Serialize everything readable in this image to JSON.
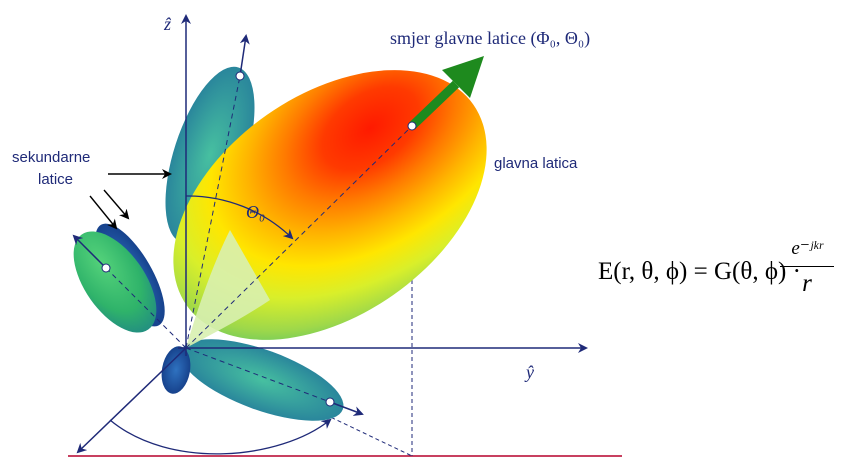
{
  "labels": {
    "z_axis": "ẑ",
    "y_axis": "ŷ",
    "main_direction": "smjer glavne latice (Φ₀, Θ₀)",
    "main_lobe": "glavna latica",
    "side_lobes_line1": "sekundarne",
    "side_lobes_line2": "latice",
    "theta0": "Θ₀"
  },
  "formula": {
    "lhs": "E(r, θ, ϕ) = G(θ, ϕ) ·",
    "numerator": "e⁻ʲᵏʳ",
    "denominator": "r"
  },
  "colors": {
    "axis": "#1f2a78",
    "label": "#1f2a78",
    "direction_arrow": "#1e8a1e",
    "ground_line": "#b5002b",
    "main_lobe_core": "#ff1a00",
    "main_lobe_edge": "#b7e05a",
    "side_lobe_green": "#2fbf6a",
    "side_lobe_blue": "#1c4fa0"
  }
}
